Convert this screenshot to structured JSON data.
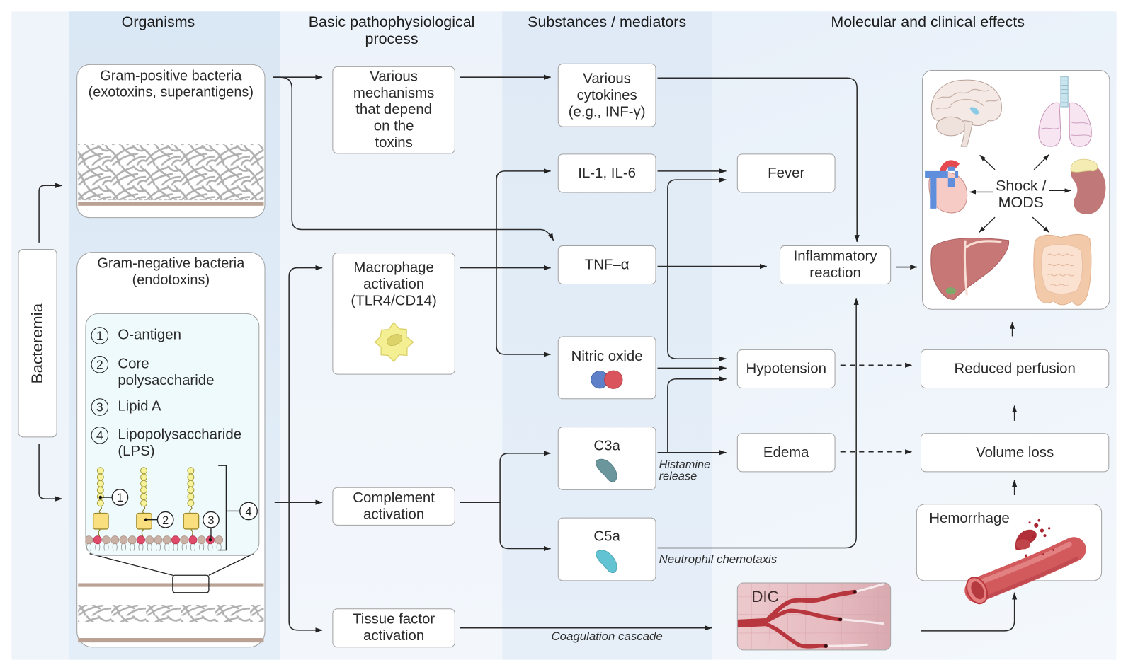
{
  "headers": {
    "organisms": "Organisms",
    "basic_process": [
      "Basic pathophysiological",
      "process"
    ],
    "substances": "Substances / mediators",
    "effects": "Molecular and clinical effects"
  },
  "bacteremia": {
    "label": "Bacteremia"
  },
  "organisms": {
    "gram_positive": {
      "title": [
        "Gram-positive bacteria",
        "(exotoxins, superantigens)"
      ]
    },
    "gram_negative": {
      "title": [
        "Gram-negative bacteria",
        "(endotoxins)"
      ],
      "lps_components": [
        {
          "number": "1",
          "label": [
            "O-antigen"
          ]
        },
        {
          "number": "2",
          "label": [
            "Core",
            "polysaccharide"
          ]
        },
        {
          "number": "3",
          "label": [
            "Lipid A"
          ]
        },
        {
          "number": "4",
          "label": [
            "Lipopolysaccharide",
            "(LPS)"
          ]
        }
      ],
      "diagram_markers": [
        "1",
        "2",
        "3",
        "4"
      ]
    }
  },
  "processes": {
    "toxin_mechanisms": [
      "Various",
      "mechanisms",
      "that depend",
      "on the",
      "toxins"
    ],
    "macrophage_activation": [
      "Macrophage",
      "activation",
      "(TLR4/CD14)"
    ],
    "complement_activation": [
      "Complement",
      "activation"
    ],
    "tissue_factor_activation": [
      "Tissue factor",
      "activation"
    ]
  },
  "mediators": {
    "various_cytokines": [
      "Various",
      "cytokines",
      "(e.g., INF-γ)"
    ],
    "il1_il6": "IL-1, IL-6",
    "tnf_alpha": "TNF–α",
    "nitric_oxide": "Nitric oxide",
    "c3a": "C3a",
    "c5a": "C5a"
  },
  "effects": {
    "fever": "Fever",
    "inflammatory_reaction": [
      "Inflammatory",
      "reaction"
    ],
    "hypotension": "Hypotension",
    "edema": "Edema",
    "dic": "DIC",
    "shock": [
      "Shock /",
      "MODS"
    ],
    "reduced_perfusion": "Reduced perfusion",
    "volume_loss": "Volume loss",
    "hemorrhage": "Hemorrhage"
  },
  "annotations": {
    "histamine_release": [
      "Histamine",
      "release"
    ],
    "neutrophil_chemotaxis": "Neutrophil chemotaxis",
    "coagulation_cascade": "Coagulation cascade"
  },
  "icons": {
    "organ_illustrations": [
      "brain",
      "lungs",
      "heart",
      "kidney",
      "liver",
      "intestine"
    ],
    "other_illustrations": [
      "macrophage",
      "nitric-oxide-molecule",
      "c3a-protein",
      "c5a-protein",
      "dic-vessels",
      "ruptured-blood-vessel",
      "bacterial-cell-wall",
      "lipopolysaccharide"
    ]
  },
  "colors": {
    "organisms_band": "#dae7f4",
    "substances_band": "#dfeaf6",
    "light_band": "#eef4fa",
    "box_border": "#a2a2a2",
    "arrow": "#2a2a2a",
    "membrane": "#b9a193",
    "macrophage": "#f4ef92",
    "nitric_oxide_n": "#5d80c9",
    "nitric_oxide_o": "#d9545c",
    "c3a": "#6a969c",
    "c5a": "#62c4d2",
    "blood": "#c0393f"
  }
}
